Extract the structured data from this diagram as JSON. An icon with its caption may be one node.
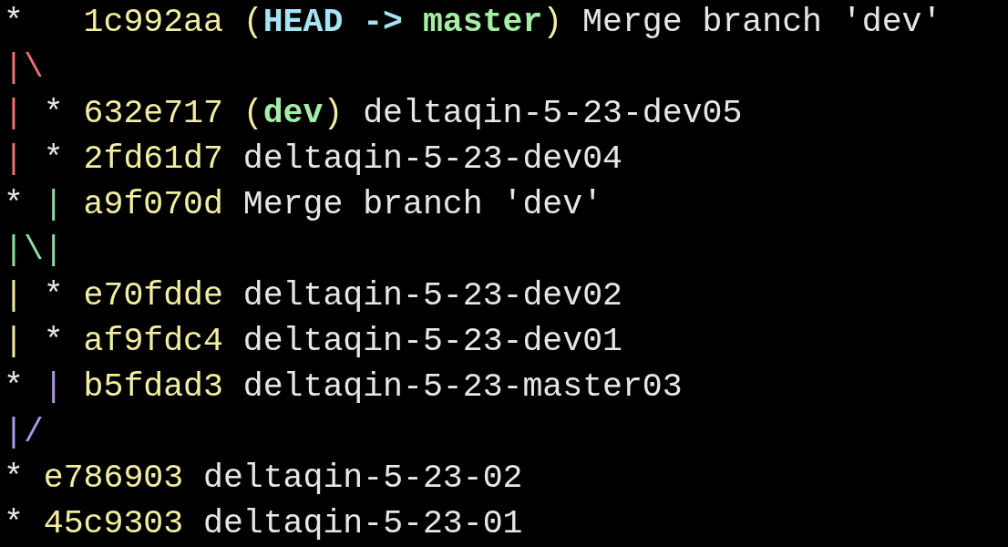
{
  "diagram": {
    "labels": [
      "*",
      "1c992aa",
      "(",
      "HEAD ->",
      "master",
      ")",
      "Merge branch 'dev'",
      "|\\",
      "|",
      "*",
      "632e717",
      "(",
      "dev",
      ")",
      "deltaqin-5-23-dev05",
      "|",
      "*",
      "2fd61d7",
      "deltaqin-5-23-dev04",
      "*",
      "|",
      "a9f070d",
      "Merge branch 'dev'",
      "|\\|",
      "|",
      "*",
      "e70fdde",
      "deltaqin-5-23-dev02",
      "|",
      "*",
      "af9fdc4",
      "deltaqin-5-23-dev01",
      "*",
      "|",
      "b5fdad3",
      "deltaqin-5-23-master03",
      "|/",
      "*",
      "e786903",
      "deltaqin-5-23-02",
      "*",
      "45c9303",
      "deltaqin-5-23-01"
    ]
  }
}
